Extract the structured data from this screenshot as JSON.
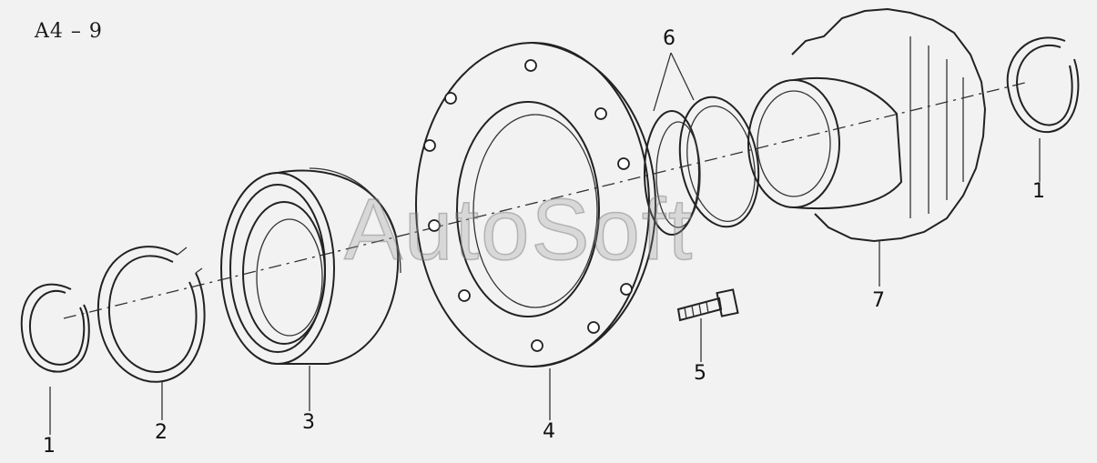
{
  "diagram_id": "A4 – 9",
  "watermark": "AutoSoft",
  "callouts": {
    "c1_left": "1",
    "c2": "2",
    "c3": "3",
    "c4": "4",
    "c5": "5",
    "c6": "6",
    "c7": "7",
    "c1_right": "1"
  },
  "colors": {
    "background": "#f2f2f2",
    "line": "#222222",
    "watermark": "#969696"
  }
}
